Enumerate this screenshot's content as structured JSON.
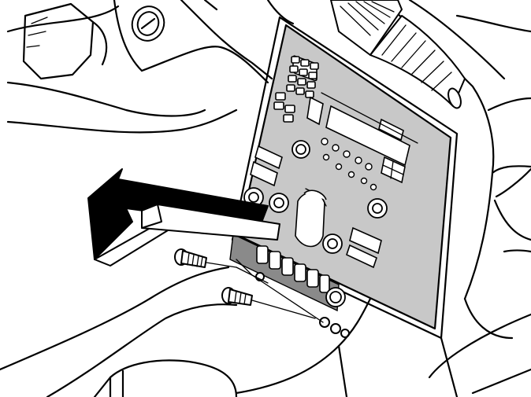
{
  "figure": {
    "kind": "technical line drawing",
    "colors": {
      "line": "#000000",
      "panel_fill": "#c8c8c8",
      "arrow_dark": "#000000",
      "background": "#ffffff"
    },
    "parts": {
      "panel": "center-console-panel",
      "arrow": "pull-out-arrow",
      "screws": [
        "screw-upper",
        "screw-lower"
      ]
    }
  }
}
